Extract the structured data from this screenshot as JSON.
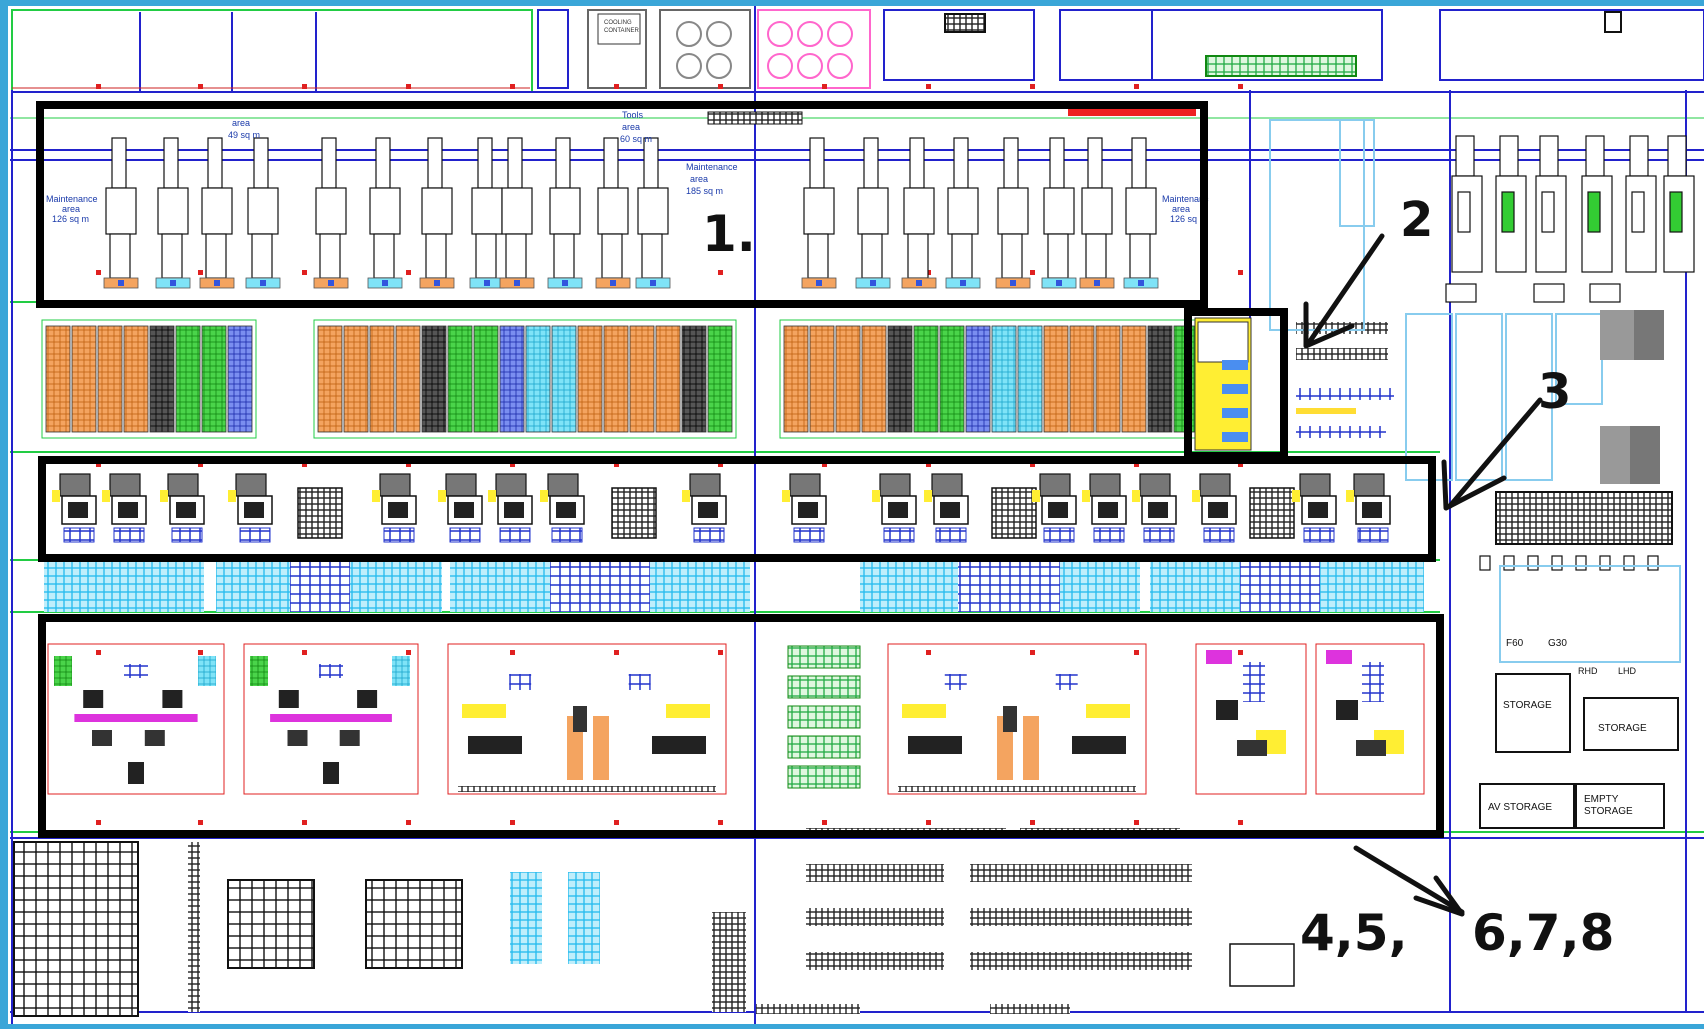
{
  "annotations": {
    "zone1": "1.",
    "zone2": "2",
    "zone3": "3",
    "zone_bottom_left": "4,5,",
    "zone_bottom_right": "6,7,8"
  },
  "area_labels": {
    "maintenance_left_title": "Maintenance",
    "maintenance_left_line2": "area",
    "maintenance_left_size": "126 sq m",
    "area_top_title": "area",
    "area_top_size": "49 sq m",
    "tools_title": "Tools",
    "tools_line2": "area",
    "tools_size": "60 sq m",
    "maintenance_mid_title": "Maintenance",
    "maintenance_mid_line2": "area",
    "maintenance_mid_size": "185 sq m",
    "maintenance_right_title": "Maintenanc",
    "maintenance_right_line2": "area",
    "maintenance_right_size": "126 sq",
    "cooling_container_l1": "COOLING",
    "cooling_container_l2": "CONTAINER"
  },
  "storage_labels": {
    "f60": "F60",
    "g30": "G30",
    "rhd": "RHD",
    "lhd": "LHD",
    "storage_a": "STORAGE",
    "storage_b": "STORAGE",
    "av_storage": "AV STORAGE",
    "empty_storage_l1": "EMPTY",
    "empty_storage_l2": "STORAGE"
  },
  "colors": {
    "background_border": "#3aa6d8",
    "plan_background": "#ffffff",
    "highlight_box": "#000000",
    "rack_orange": "#f4a460",
    "rack_green": "#33cc33",
    "rack_blue": "#3355dd",
    "rack_cyan": "#33ccee",
    "rack_black": "#222222",
    "floor_line_blue": "#2222cc",
    "floor_line_green": "#22cc44",
    "magenta": "#dd33dd",
    "yellow": "#ffee33"
  }
}
